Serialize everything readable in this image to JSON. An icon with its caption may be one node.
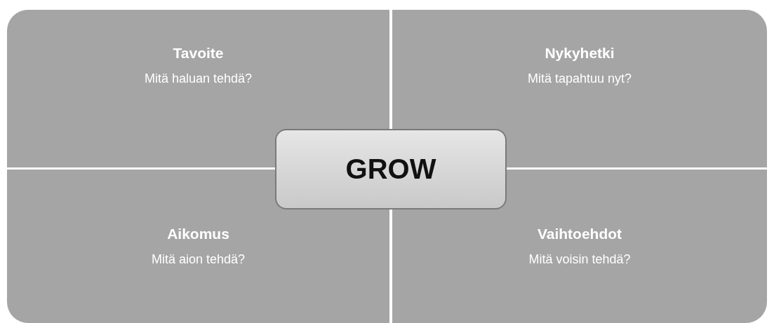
{
  "diagram": {
    "nodes": [
      {
        "text": [
          "Tavoite",
          "Mitä haluan tehdä?"
        ]
      },
      {
        "text": [
          "Nykyhetki",
          "Mitä tapahtuu nyt?"
        ]
      },
      {
        "text": [
          "GROW"
        ]
      },
      {
        "text": [
          "Aikomus",
          "Mitä aion tehdä?"
        ]
      },
      {
        "text": [
          "Vaihtoehdot",
          "Mitä voisin tehdä?"
        ]
      }
    ]
  }
}
